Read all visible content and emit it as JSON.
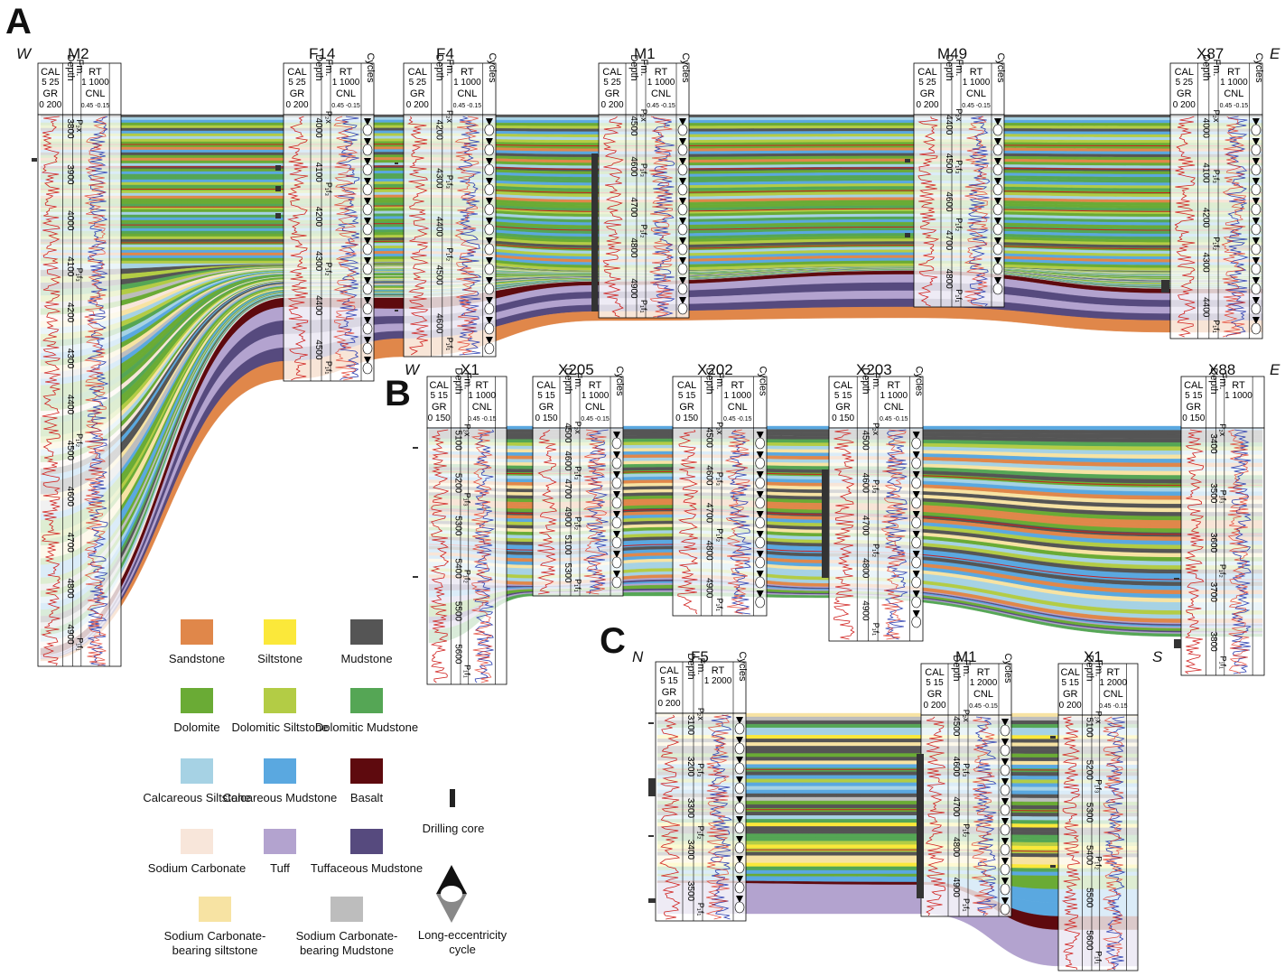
{
  "panels": [
    "A",
    "B",
    "C"
  ],
  "directions": {
    "a_left": "W",
    "a_right": "E",
    "b_left": "W",
    "b_right": "E",
    "c_left": "N",
    "c_right": "S"
  },
  "wells": {
    "a": [
      "M2",
      "F14",
      "F4",
      "M1",
      "M49",
      "X87"
    ],
    "b": [
      "X1",
      "X205",
      "X202",
      "X203",
      "X88"
    ],
    "c": [
      "F5",
      "M1",
      "X1"
    ]
  },
  "header": {
    "cal": "CAL",
    "gr": "GR",
    "rt": "RT",
    "cnl": "CNL",
    "depth": "Depth",
    "fm": "Fm.",
    "cycles": "Cycles",
    "cal_range_a": "5  25",
    "cal_range_b": "5  15",
    "gr_range_a": "0 200",
    "gr_range_b": "0 150",
    "rt_range_a": "1 1000",
    "rt_range_c": "1 2000",
    "cnl_range": "0.45 -0.15"
  },
  "formations": [
    "P₂x",
    "P₁f₃",
    "P₁f₂",
    "P₁f₁",
    "P₁j"
  ],
  "depth_ticks": {
    "M2": [
      "3800",
      "3900",
      "4000",
      "4100",
      "4200",
      "4300",
      "4400",
      "4500",
      "4600",
      "4700",
      "4800",
      "4900"
    ],
    "F14": [
      "4000",
      "4100",
      "4200",
      "4300",
      "4400",
      "4500"
    ],
    "F4": [
      "4200",
      "4300",
      "4400",
      "4500",
      "4600"
    ],
    "M1a": [
      "4500",
      "4600",
      "4700",
      "4800",
      "4900"
    ],
    "M49": [
      "4400",
      "4500",
      "4600",
      "4700",
      "4800"
    ],
    "X87": [
      "4000",
      "4100",
      "4200",
      "4300",
      "4400"
    ],
    "X1b": [
      "5100",
      "5200",
      "5300",
      "5400",
      "5500",
      "5600"
    ],
    "X205": [
      "4500",
      "4600",
      "4700",
      "4900",
      "5100",
      "5300"
    ],
    "X202": [
      "4500",
      "4600",
      "4700",
      "4800",
      "4900"
    ],
    "X203": [
      "4500",
      "4600",
      "4700",
      "4800",
      "4900"
    ],
    "X88": [
      "3400",
      "3500",
      "3600",
      "3700",
      "3800"
    ],
    "F5": [
      "3100",
      "3200",
      "3300",
      "3400",
      "3500"
    ],
    "M1c": [
      "4500",
      "4600",
      "4700",
      "4800",
      "4900"
    ],
    "X1c": [
      "5100",
      "5200",
      "5300",
      "5400",
      "5500",
      "5600"
    ]
  },
  "legend": [
    {
      "label": "Sandstone",
      "color": "#e0874a"
    },
    {
      "label": "Siltstone",
      "color": "#fbe83a"
    },
    {
      "label": "Mudstone",
      "color": "#555555"
    },
    {
      "label": "Dolomite",
      "color": "#6aab35"
    },
    {
      "label": "Dolomitic Siltstone",
      "color": "#b3cc45"
    },
    {
      "label": "Dolomitic Mudstone",
      "color": "#55a655"
    },
    {
      "label": "Calcareous Siltstone",
      "color": "#a6d2e4"
    },
    {
      "label": "Calcareous Mudstone",
      "color": "#5aa8e0"
    },
    {
      "label": "Basalt",
      "color": "#5e0a0e"
    },
    {
      "label": "Sodium Carbonate",
      "color": "#f8e6da"
    },
    {
      "label": "Tuff",
      "color": "#b3a3cf"
    },
    {
      "label": "Tuffaceous Mudstone",
      "color": "#564a7e"
    },
    {
      "label": "Sodium Carbonate-bearing siltstone",
      "color": "#f7e3a3"
    },
    {
      "label": "Sodium Carbonate-bearing Mudstone",
      "color": "#bdbdbd"
    }
  ],
  "legend_symbols": {
    "core": "Drilling core",
    "cycle": "Long-eccentricity cycle"
  }
}
